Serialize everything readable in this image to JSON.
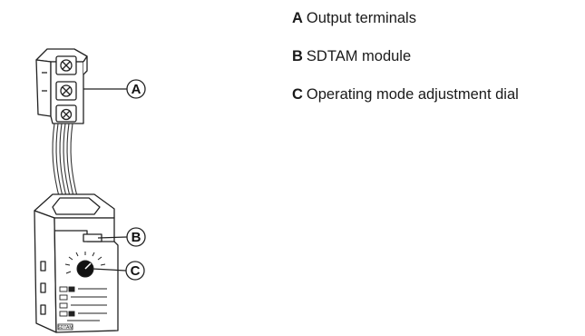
{
  "legend": [
    {
      "letter": "A",
      "label": "Output terminals"
    },
    {
      "letter": "B",
      "label": "SDTAM module"
    },
    {
      "letter": "C",
      "label": "Operating mode adjustment dial"
    }
  ],
  "callouts": {
    "a": "A",
    "b": "B",
    "c": "C"
  },
  "module": {
    "nameplate": "SDTAM"
  }
}
